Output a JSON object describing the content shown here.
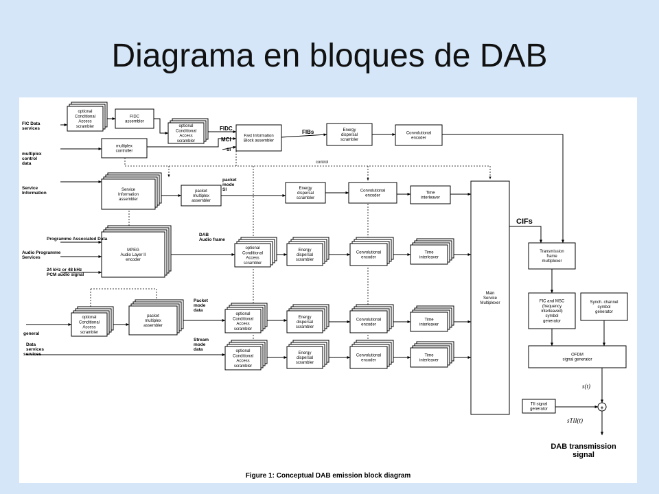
{
  "slide": {
    "title": "Diagrama en bloques de DAB"
  },
  "caption": "Figure 1: Conceptual DAB emission block diagram",
  "inputs": {
    "fic_data": [
      "FIC Data",
      "services"
    ],
    "mux_control": [
      "multiplex",
      "control",
      "data"
    ],
    "service_info": [
      "Service",
      "Information"
    ],
    "prog_assoc": "Programme Associated Data",
    "audio_prog": [
      "Audio Programme",
      "Services"
    ],
    "pcm": [
      "24 kHz or 48 kHz",
      "PCM audio signal"
    ],
    "general": "general",
    "data_services": [
      "Data",
      "services"
    ]
  },
  "signals": {
    "fidc": "FIDC",
    "mci": "MCI",
    "si": "SI",
    "fibs": "FIBs",
    "control": "control",
    "packet_mode_si": [
      "packet",
      "mode",
      "SI"
    ],
    "dab_audio_frame": [
      "DAB",
      "Audio frame"
    ],
    "packet_mode_data": [
      "Packet",
      "mode",
      "data"
    ],
    "stream_mode_data": [
      "Stream",
      "mode",
      "data"
    ],
    "cifs": "CIFs",
    "s_t": "s(t)",
    "s_tii": "sTII(t)",
    "output": [
      "DAB transmission",
      "signal"
    ]
  },
  "blocks": {
    "ca_scrambler": [
      "optional",
      "Conditional",
      "Access",
      "scrambler"
    ],
    "fidc_assembler": [
      "FIDC",
      "assembler"
    ],
    "mux_controller": [
      "multiplex",
      "controller"
    ],
    "fib_assembler": [
      "Fast Information",
      "Block assembler"
    ],
    "energy_dispersal": [
      "Energy",
      "dispersal",
      "scrambler"
    ],
    "conv_encoder": [
      "Convolutional",
      "encoder"
    ],
    "si_assembler": [
      "Service",
      "Information",
      "assembler"
    ],
    "packet_mux": [
      "packet",
      "multiplex",
      "assembler"
    ],
    "time_interleaver": [
      "Time",
      "interleaver"
    ],
    "mpeg_encoder": [
      "MPEG",
      "Audio Layer II",
      "encoder"
    ],
    "main_mux": [
      "Main",
      "Service",
      "Multiplexer"
    ],
    "tf_mux": [
      "Transmission",
      "frame",
      "multiplexer"
    ],
    "symbol_gen": [
      "FIC and MSC",
      "(frequency",
      "interleaved)",
      "symbol",
      "generator"
    ],
    "sync_gen": [
      "Synch. channel",
      "symbol",
      "generator"
    ],
    "ofdm_gen": [
      "OFDM",
      "signal generator"
    ],
    "tii_gen": [
      "TII signal",
      "generator"
    ],
    "summer": "+"
  }
}
